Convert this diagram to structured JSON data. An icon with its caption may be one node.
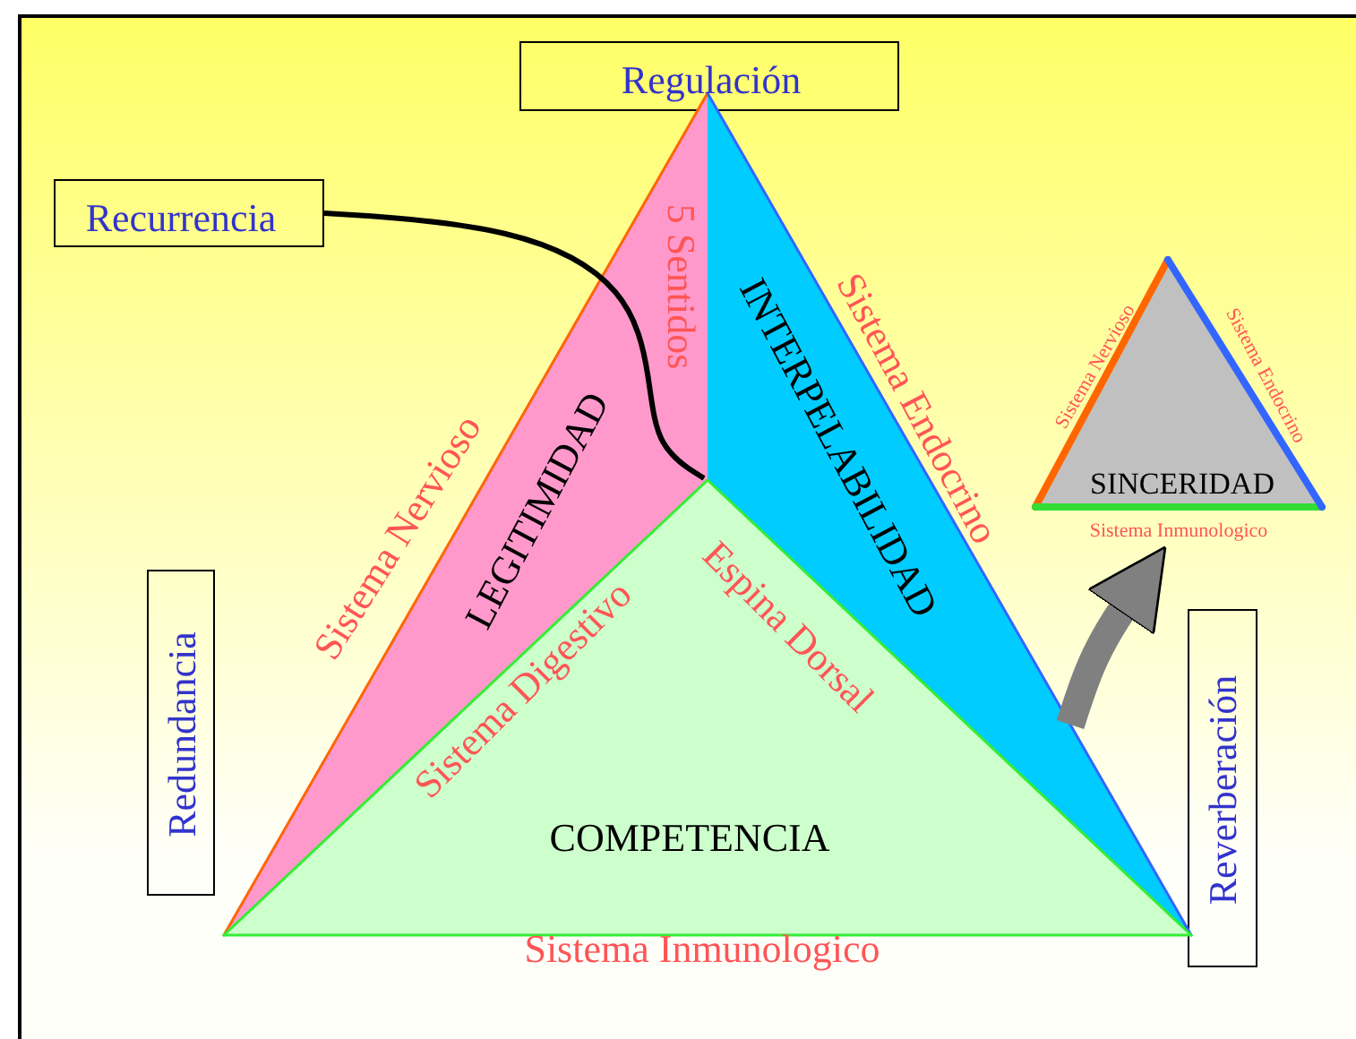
{
  "diagram": {
    "nodes": [
      {
        "text": [
          "Regulación"
        ]
      },
      {
        "text": [
          "Recurrencia"
        ]
      },
      {
        "text": [
          "LEGITIMIDAD"
        ]
      },
      {
        "text": [
          "INTERPELABILIDAD"
        ]
      },
      {
        "text": [
          "SINCERIDAD"
        ]
      },
      {
        "text": [
          "Redundancia"
        ]
      },
      {
        "text": [
          "COMPETENCIA"
        ]
      },
      {
        "text": [
          "Reverberación"
        ]
      }
    ],
    "edges": [
      {
        "from": 1,
        "to": 6,
        "arrow": "none"
      },
      {
        "from": 3,
        "to": 4,
        "arrow": "to",
        "style": "thick",
        "color": "#808080"
      }
    ],
    "labels": [
      "5 Sentidos",
      "Sistema Nervioso",
      "Sistema Endocrino",
      "Sistema Nervioso",
      "Sistema Endocrino",
      "Sistema Inmunologico",
      "Espina Dorsal",
      "Sistema Digestivo",
      "Sistema Inmunologico"
    ]
  }
}
